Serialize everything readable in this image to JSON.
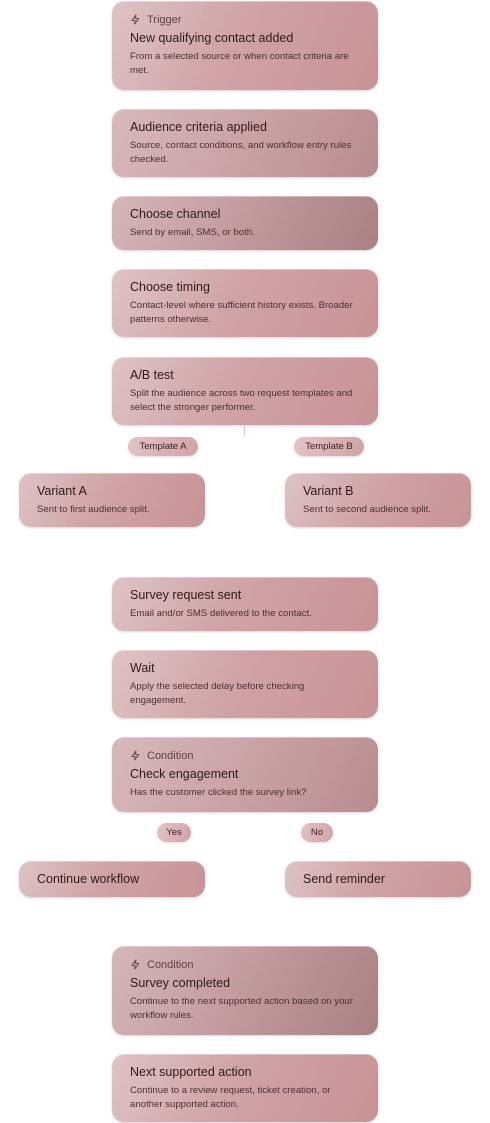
{
  "nodes": {
    "trigger": {
      "tag": "Trigger",
      "title": "New qualifying contact added",
      "desc": "From a selected source or when contact criteria are met."
    },
    "audience": {
      "title": "Audience criteria applied",
      "desc": "Source, contact conditions, and workflow entry rules checked."
    },
    "channel": {
      "title": "Choose channel",
      "desc": "Send by email, SMS, or both."
    },
    "timing": {
      "title": "Choose timing",
      "desc": "Contact-level where sufficient history exists. Broader patterns otherwise."
    },
    "abtest": {
      "title": "A/B test",
      "desc": "Split the audience across two request templates and select the stronger performer."
    },
    "variant_a": {
      "title": "Variant A",
      "desc": "Sent to first audience split."
    },
    "variant_b": {
      "title": "Variant B",
      "desc": "Sent to second audience split."
    },
    "survey_sent": {
      "title": "Survey request sent",
      "desc": "Email and/or SMS delivered to the contact."
    },
    "wait": {
      "title": "Wait",
      "desc": "Apply the selected delay before checking engagement."
    },
    "engagement": {
      "tag": "Condition",
      "title": "Check engagement",
      "desc": "Has the customer clicked the survey link?"
    },
    "continue": {
      "title": "Continue workflow"
    },
    "reminder": {
      "title": "Send reminder"
    },
    "completed": {
      "tag": "Condition",
      "title": "Survey completed",
      "desc": "Continue to the next supported action based on your workflow rules."
    },
    "next_action": {
      "title": "Next supported action",
      "desc": "Continue to a review request, ticket creation, or another supported action."
    }
  },
  "branches": {
    "template_a": "Template A",
    "template_b": "Template B",
    "yes": "Yes",
    "no": "No"
  },
  "icons": {
    "trigger": "lightning-bolt-icon",
    "condition": "lightning-bolt-icon"
  },
  "colors": {
    "node_light": "#dec3c5",
    "node_mid": "#cfa3a7",
    "node_dark": "#b88c90",
    "text": "#2e1a1d"
  }
}
